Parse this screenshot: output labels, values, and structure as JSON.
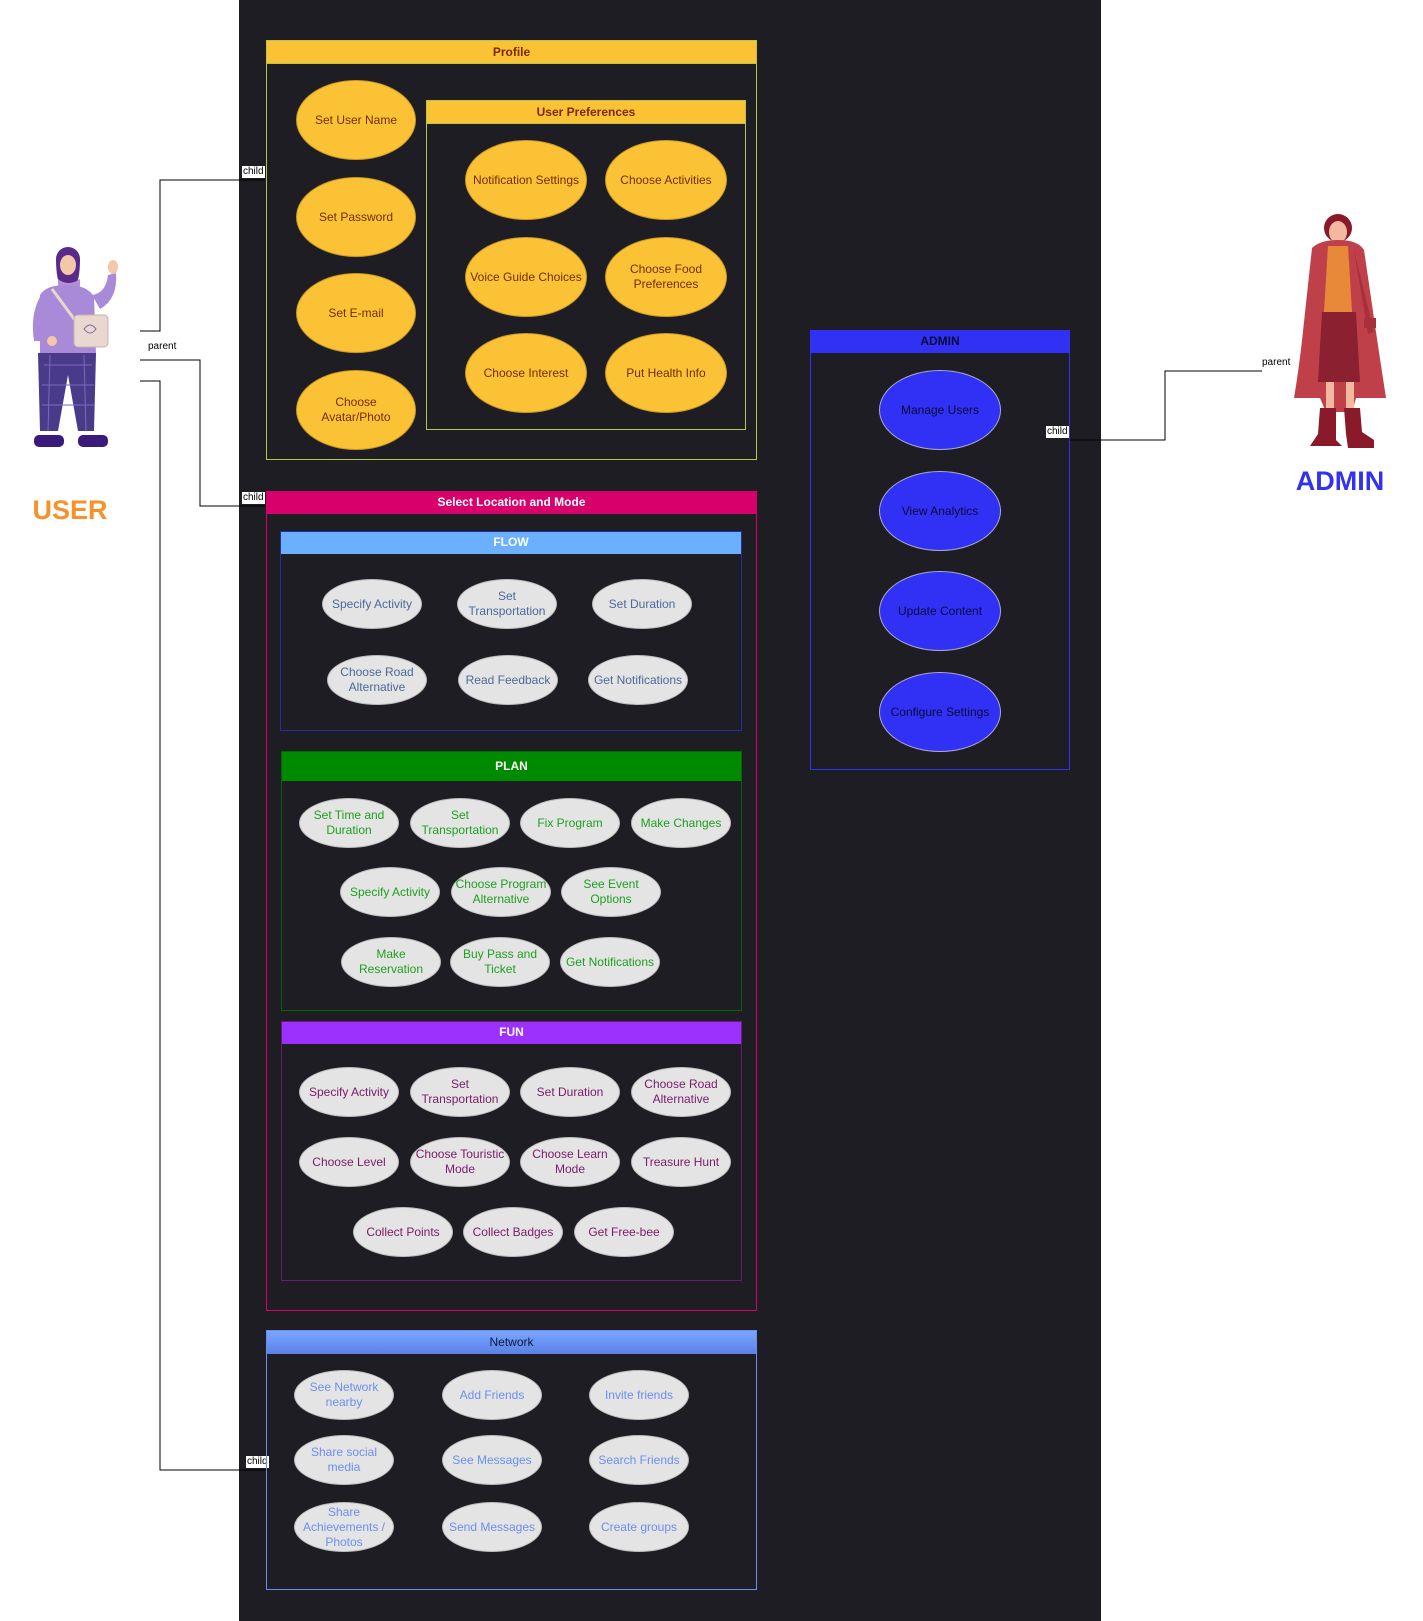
{
  "profile": {
    "title": "Profile",
    "items": [
      "Set User Name",
      "Set Password",
      "Set E-mail",
      "Choose Avatar/Photo"
    ],
    "preferences": {
      "title": "User Preferences",
      "items": [
        "Notification Settings",
        "Choose Activities",
        "Voice Guide Choices",
        "Choose Food Preferences",
        "Choose Interest",
        "Put Health Info"
      ]
    }
  },
  "location": {
    "title": "Select Location and Mode",
    "flow": {
      "title": "FLOW",
      "items": [
        "Specify Activity",
        "Set Transportation",
        "Set Duration",
        "Choose Road Alternative",
        "Read Feedback",
        "Get Notifications"
      ]
    },
    "plan": {
      "title": "PLAN",
      "items": [
        "Set Time and Duration",
        "Set Transportation",
        "Fix Program",
        "Make Changes",
        "Specify Activity",
        "Choose Program Alternative",
        "See Event Options",
        "Make Reservation",
        "Buy Pass and Ticket",
        "Get Notifications"
      ]
    },
    "fun": {
      "title": "FUN",
      "items": [
        "Specify Activity",
        "Set Transportation",
        "Set Duration",
        "Choose Road Alternative",
        "Choose Level",
        "Choose Touristic Mode",
        "Choose Learn Mode",
        "Treasure Hunt",
        "Collect Points",
        "Collect Badges",
        "Get Free-bee"
      ]
    }
  },
  "network": {
    "title": "Network",
    "items": [
      "See Network nearby",
      "Add Friends",
      "Invite friends",
      "Share social media",
      "See Messages",
      "Search Friends",
      "Share Achievements / Photos",
      "Send Messages",
      "Create groups"
    ]
  },
  "admin_box": {
    "title": "ADMIN",
    "items": [
      "Manage Users",
      "View Analytics",
      "Update Content",
      "Configure Settings"
    ]
  },
  "actors": {
    "user": "USER",
    "admin": "ADMIN"
  },
  "connectors": {
    "child": "child",
    "parent": "parent"
  },
  "colors": {
    "profile_header": "#fbc236",
    "location_header": "#d8006b",
    "flow_header": "#6ab0ff",
    "plan_header": "#008a00",
    "fun_header": "#9b30ff",
    "network_header": "#6b8ff0",
    "admin_header": "#3131f5",
    "user_text": "#f7922a",
    "admin_text": "#3333ee"
  }
}
